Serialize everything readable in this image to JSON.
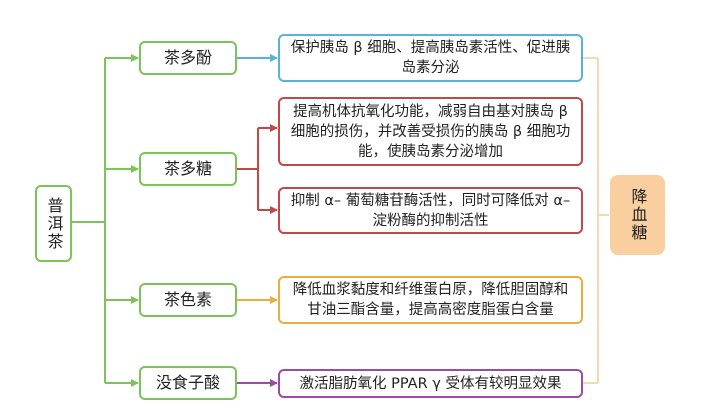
{
  "root": {
    "label": "普洱茶"
  },
  "components": [
    {
      "id": "polyphenols",
      "label": "茶多酚"
    },
    {
      "id": "polysaccharides",
      "label": "茶多糖"
    },
    {
      "id": "pigments",
      "label": "茶色素"
    },
    {
      "id": "gallic",
      "label": "没食子酸"
    }
  ],
  "effects": [
    {
      "id": "e1",
      "component": "polyphenols",
      "text": "保护胰岛 β 细胞、提高胰岛素活性、促进胰岛素分泌"
    },
    {
      "id": "e2",
      "component": "polysaccharides",
      "text": "提高机体抗氧化功能，减弱自由基对胰岛 β 细胞的损伤，并改善受损伤的胰岛 β 细胞功能，使胰岛素分泌增加"
    },
    {
      "id": "e3",
      "component": "polysaccharides",
      "text": "抑制 α– 葡萄糖苷酶活性，同时可降低对 α– 淀粉酶的抑制活性"
    },
    {
      "id": "e4",
      "component": "pigments",
      "text": "降低血浆黏度和纤维蛋白原，降低胆固醇和甘油三酯含量，提高高密度脂蛋白含量"
    },
    {
      "id": "e5",
      "component": "gallic",
      "text": "激活脂肪氧化 PPAR γ 受体有较明显效果"
    }
  ],
  "result": {
    "label": "降血糖"
  },
  "colors": {
    "green": "#7dc35b",
    "blue": "#58b4d6",
    "red": "#c24848",
    "orange": "#ecac3e",
    "purple": "#9c4aa6",
    "result_fill": "#f9cfa0",
    "bracket": "#f6d9b3"
  }
}
